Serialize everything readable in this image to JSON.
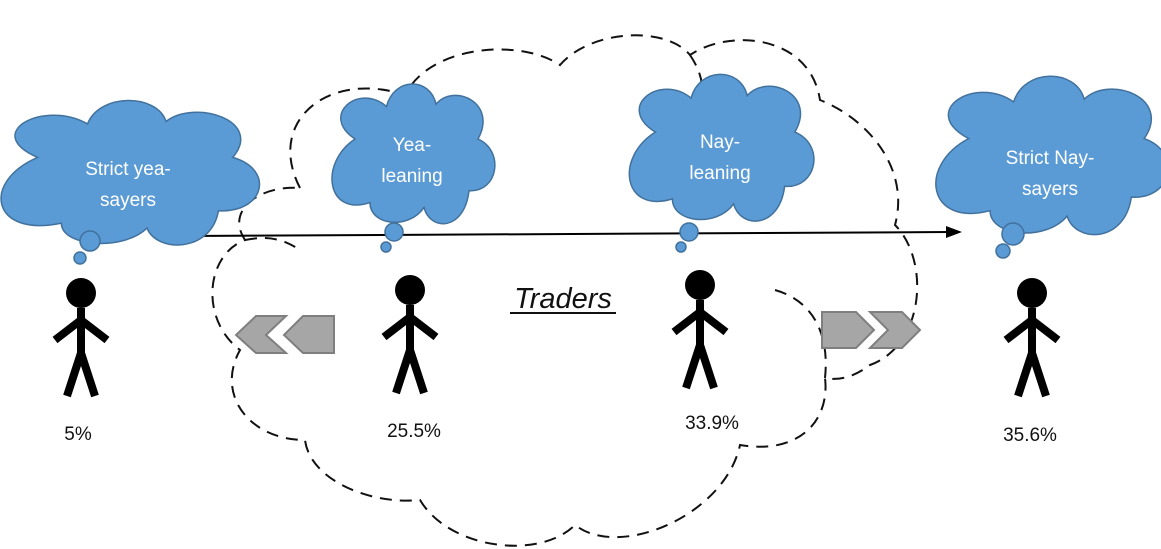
{
  "title": "Traders",
  "groups": [
    {
      "label_lines": [
        "Strict yea-",
        "sayers"
      ],
      "percent": "5%"
    },
    {
      "label_lines": [
        "Yea-",
        "leaning"
      ],
      "percent": "25.5%"
    },
    {
      "label_lines": [
        "Nay-",
        "leaning"
      ],
      "percent": "33.9%"
    },
    {
      "label_lines": [
        "Strict Nay-",
        "sayers"
      ],
      "percent": "35.6%"
    }
  ],
  "colors": {
    "thought_cloud_fill": "#5b9bd5",
    "thought_cloud_stroke": "#41719c",
    "arrow_fill": "#a6a6a6",
    "arrow_stroke": "#7f7f7f",
    "figure": "#000000"
  }
}
